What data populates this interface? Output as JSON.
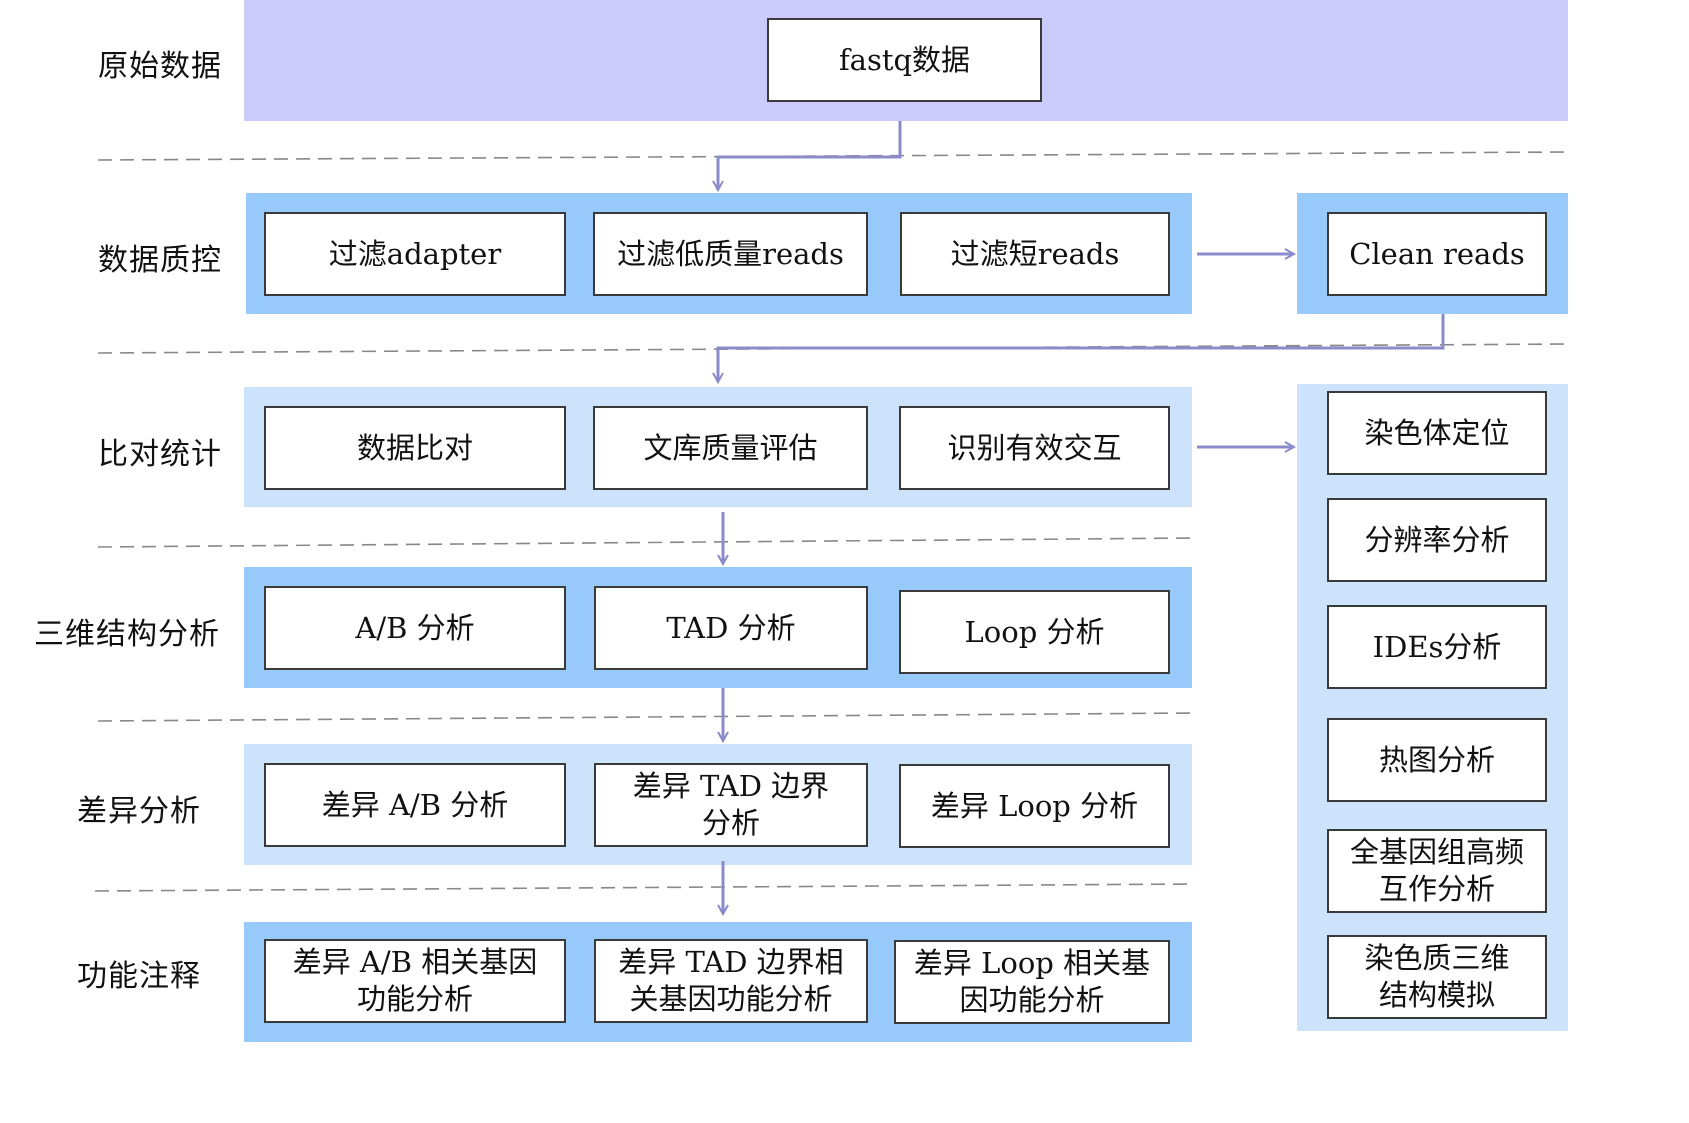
{
  "rows": [
    {
      "label": "原始数据"
    },
    {
      "label": "数据质控"
    },
    {
      "label": "比对统计"
    },
    {
      "label": "三维结构分析"
    },
    {
      "label": "差异分析"
    },
    {
      "label": "功能注释"
    }
  ],
  "raw": {
    "box": "fastq数据"
  },
  "qc": {
    "boxes": [
      "过滤adapter",
      "过滤低质量reads",
      "过滤短reads"
    ],
    "output": "Clean reads"
  },
  "align": {
    "boxes": [
      "数据比对",
      "文库质量评估",
      "识别有效交互"
    ]
  },
  "structure": {
    "boxes": [
      "A/B 分析",
      "TAD 分析",
      "Loop 分析"
    ]
  },
  "diff": {
    "boxes": [
      [
        "差异 A/B 分析"
      ],
      [
        "差异 TAD 边界",
        "分析"
      ],
      [
        "差异 Loop 分析"
      ]
    ]
  },
  "func": {
    "boxes": [
      [
        "差异 A/B 相关基因",
        "功能分析"
      ],
      [
        "差异 TAD 边界相",
        "关基因功能分析"
      ],
      [
        "差异 Loop 相关基",
        "因功能分析"
      ]
    ]
  },
  "side": {
    "items": [
      [
        "染色体定位"
      ],
      [
        "分辨率分析"
      ],
      [
        "IDEs分析"
      ],
      [
        "热图分析"
      ],
      [
        "全基因组高频",
        "互作分析"
      ],
      [
        "染色质三维",
        "结构模拟"
      ]
    ]
  },
  "colors": {
    "raw_band": "#cbcbfb",
    "dark_band": "#97c9fb",
    "light_band": "#cce3fb",
    "connector": "#8b8bcb",
    "divider": "#888888"
  }
}
